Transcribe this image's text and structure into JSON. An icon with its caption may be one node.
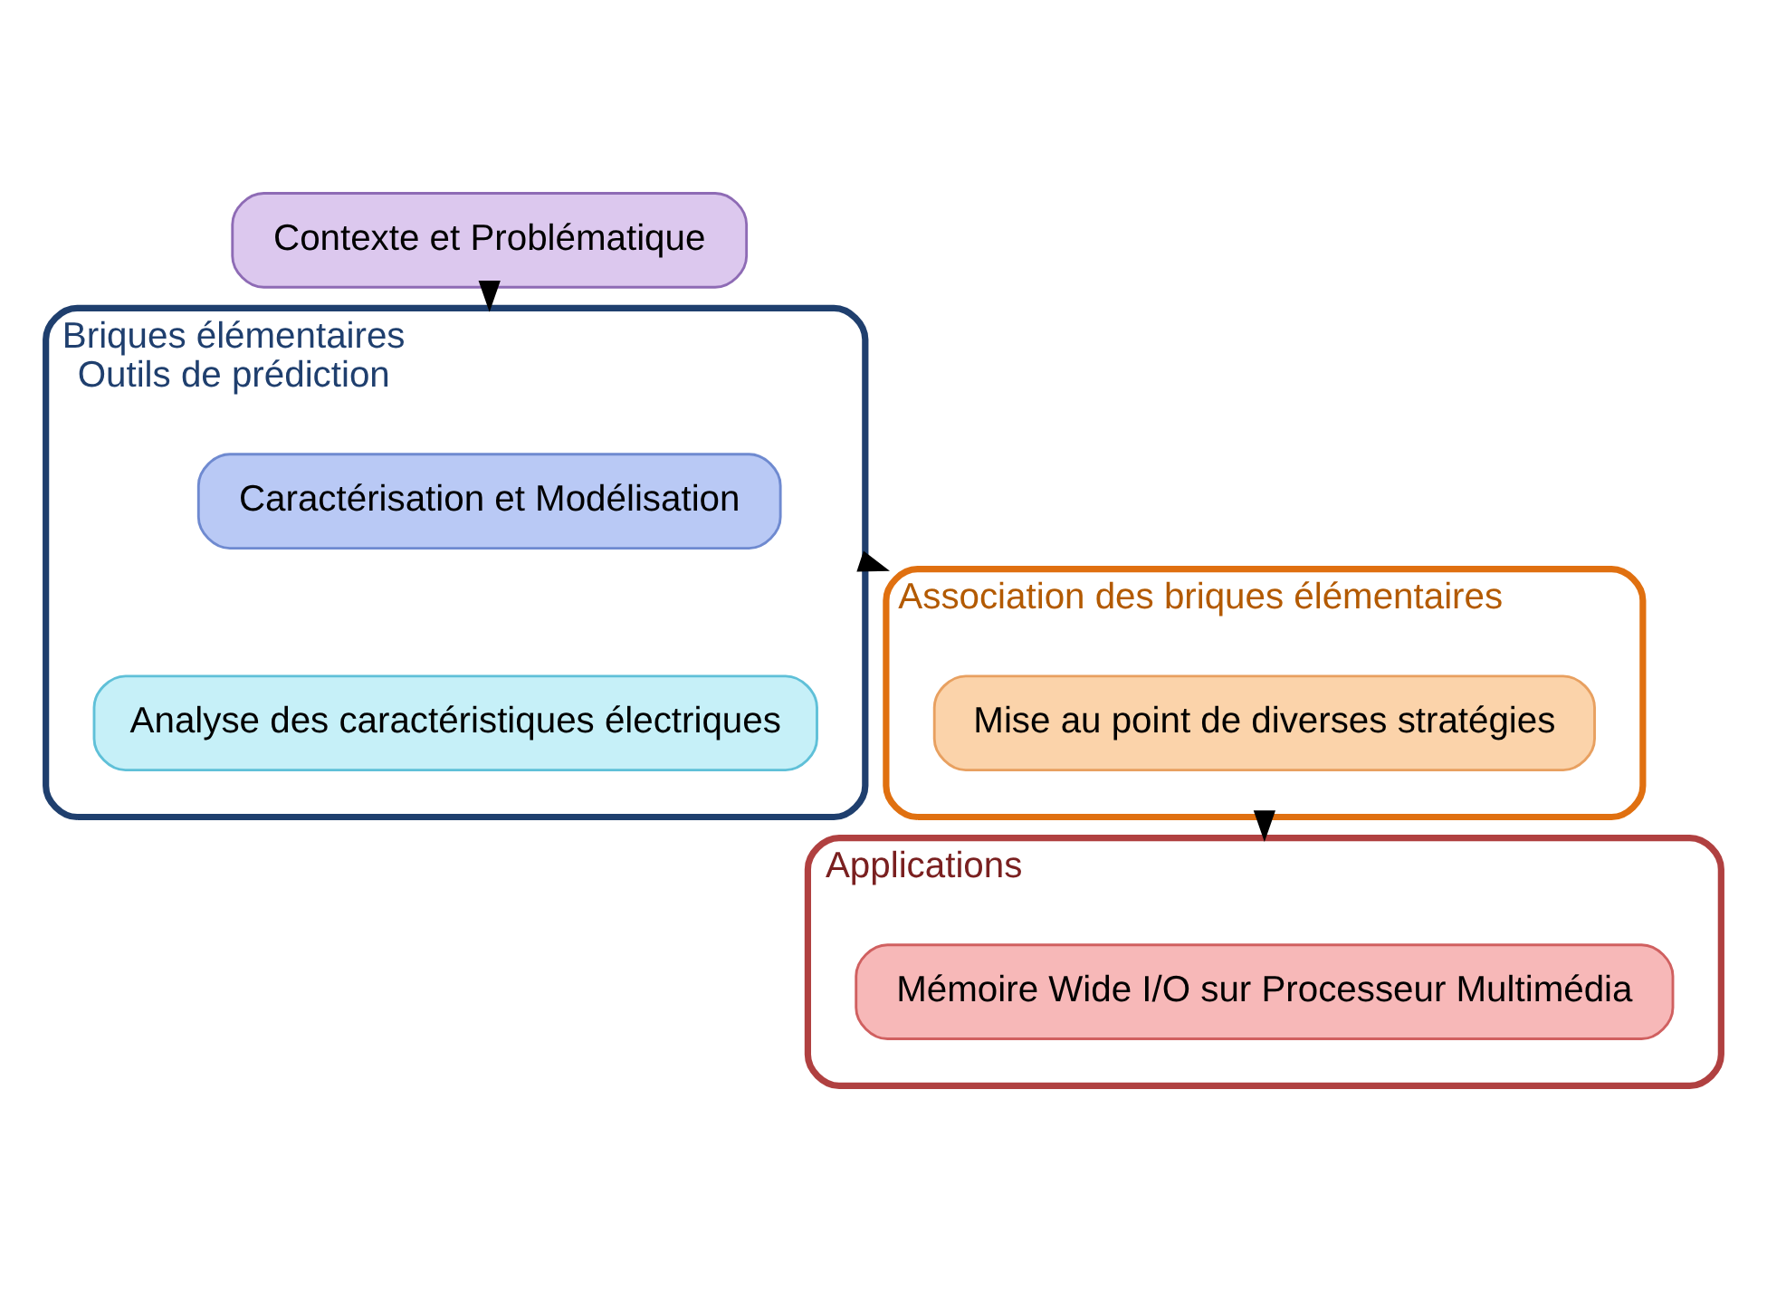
{
  "diagram": {
    "nodes": [
      {
        "text": [
          "Contexte et Problématique"
        ]
      },
      {
        "text": [
          "Briques élémentaires",
          "Outils de prédiction"
        ]
      },
      {
        "text": [
          "Caractérisation et Modélisation"
        ],
        "in": 1
      },
      {
        "text": [
          "Analyse des caractéristiques électriques"
        ],
        "in": 1
      },
      {
        "text": [
          "Association des briques élémentaires"
        ]
      },
      {
        "text": [
          "Mise au point de diverses stratégies"
        ],
        "in": 4
      },
      {
        "text": [
          "Applications"
        ]
      },
      {
        "text": [
          "Mémoire Wide I/O sur Processeur Multimédia"
        ],
        "in": 6
      }
    ],
    "edges": [
      {
        "from": 0,
        "to": 1,
        "arrow": "to"
      },
      {
        "from": 1,
        "to": 4,
        "arrow": "to"
      },
      {
        "from": 4,
        "to": 6,
        "arrow": "to"
      }
    ]
  }
}
